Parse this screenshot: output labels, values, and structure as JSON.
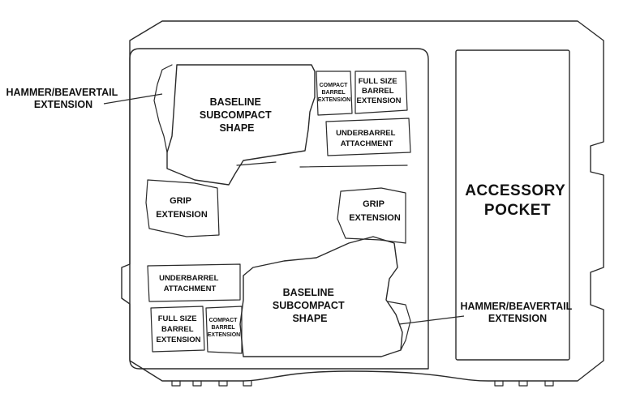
{
  "labels": {
    "hammer_top": [
      "HAMMER/BEAVERTAIL",
      "EXTENSION"
    ],
    "baseline_top": [
      "BASELINE",
      "SUBCOMPACT",
      "SHAPE"
    ],
    "compact_top": [
      "COMPACT",
      "BARREL",
      "EXTENSION"
    ],
    "fullsize_top": [
      "FULL SIZE",
      "BARREL",
      "EXTENSION"
    ],
    "underbarrel_top": [
      "UNDERBARREL",
      "ATTACHMENT"
    ],
    "grip_left": [
      "GRIP",
      "EXTENSION"
    ],
    "grip_right": [
      "GRIP",
      "EXTENSION"
    ],
    "accessory": [
      "ACCESSORY",
      "POCKET"
    ],
    "underbarrel_bottom": [
      "UNDERBARREL",
      "ATTACHMENT"
    ],
    "baseline_bottom": [
      "BASELINE",
      "SUBCOMPACT",
      "SHAPE"
    ],
    "hammer_bottom": [
      "HAMMER/BEAVERTAIL",
      "EXTENSION"
    ],
    "fullsize_bottom": [
      "FULL SIZE",
      "BARREL",
      "EXTENSION"
    ],
    "compact_bottom": [
      "COMPACT",
      "BARREL",
      "EXTENSION"
    ]
  }
}
